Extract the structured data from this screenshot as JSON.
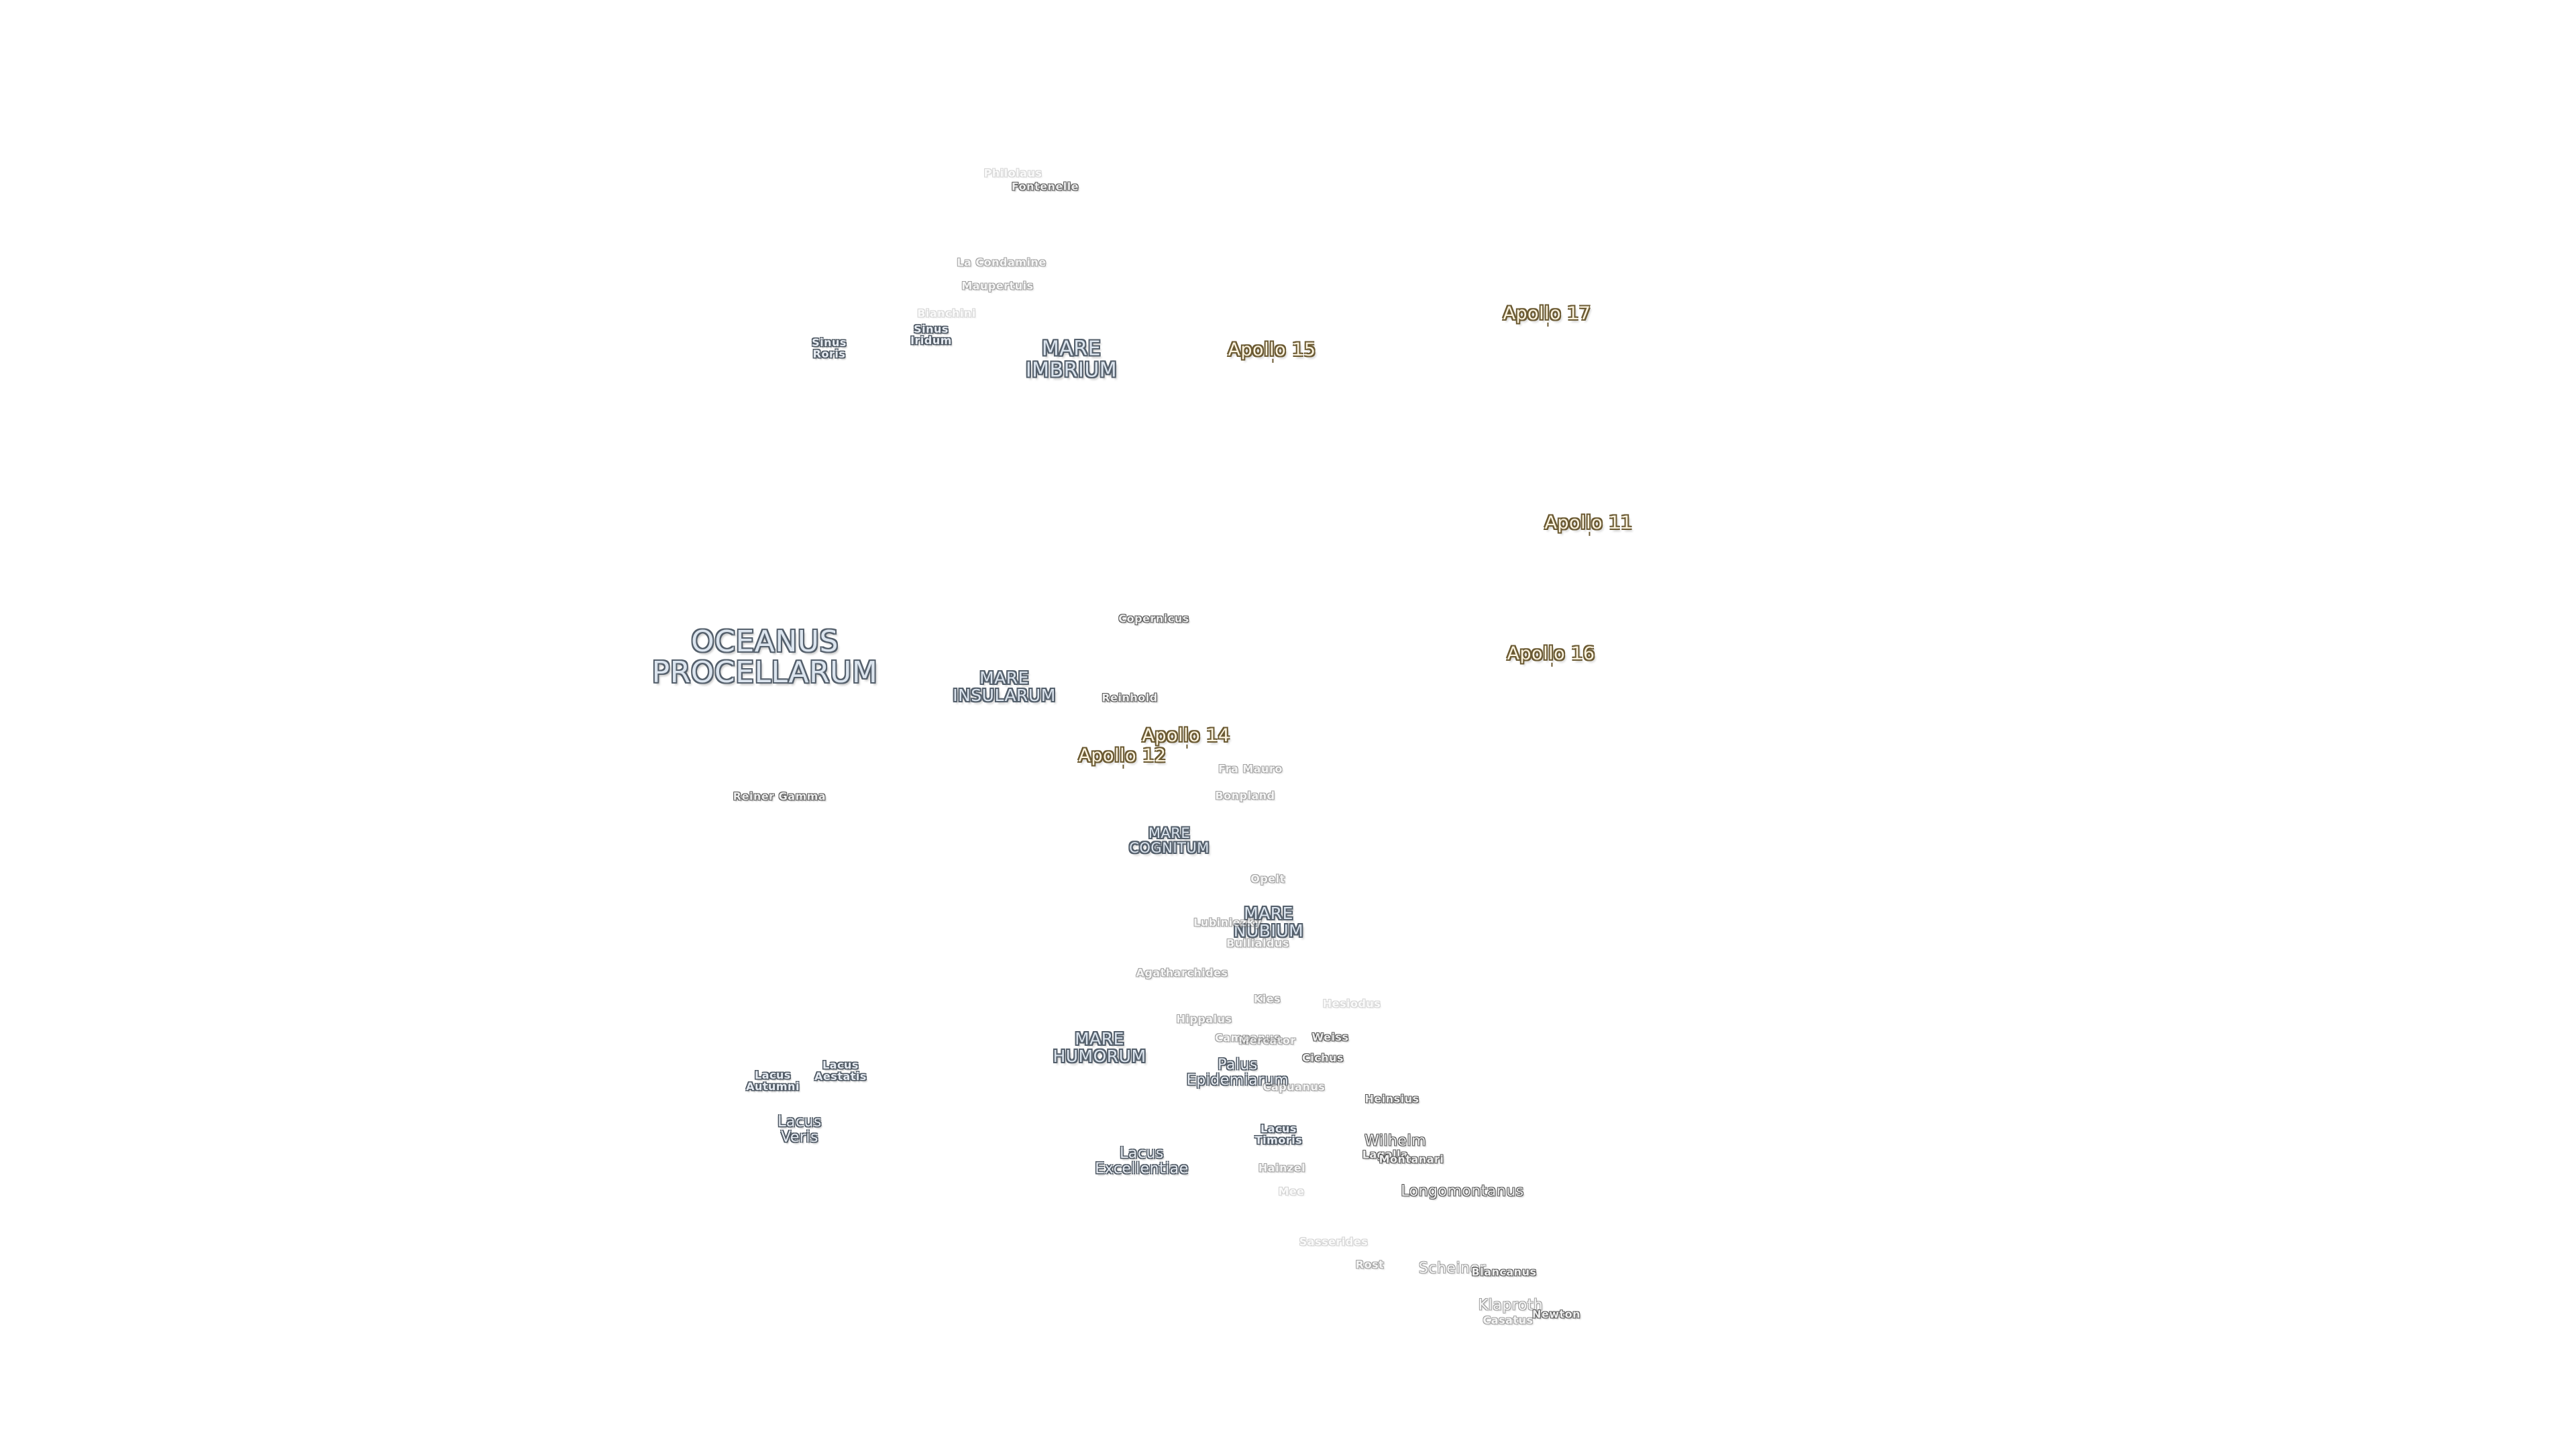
{
  "labels": {
    "oceanus_procellarum": "OCEANUS\nPROCELLARUM",
    "mare_imbrium": "MARE\nIMBRIUM",
    "mare_insularum": "MARE\nINSULARUM",
    "mare_cognitum": "MARE\nCOGNITUM",
    "mare_nubium": "MARE\nNUBIUM",
    "mare_humorum": "MARE\nHUMORUM",
    "sinus_roris": "Sinus\nRoris",
    "sinus_iridum": "Sinus\nIridum",
    "palus_epidemiarum": "Palus\nEpidemiarum",
    "lacus_autumni": "Lacus\nAutumni",
    "lacus_aestatis": "Lacus\nAestatis",
    "lacus_veris": "Lacus\nVeris",
    "lacus_excellentiae": "Lacus\nExcellentiae",
    "lacus_timoris": "Lacus\nTimoris",
    "apollo_17": "Apollo 17",
    "apollo_15": "Apollo 15",
    "apollo_11": "Apollo 11",
    "apollo_16": "Apollo 16",
    "apollo_14": "Apollo 14",
    "apollo_12": "Apollo 12",
    "philolaus": "Philolaus",
    "fontenelle": "Fontenelle",
    "la_condamine": "La Condamine",
    "maupertuis": "Maupertuis",
    "bianchini": "Bianchini",
    "copernicus": "Copernicus",
    "reinhold": "Reinhold",
    "fra_mauro": "Fra Mauro",
    "bonpland": "Bonpland",
    "reiner_gamma": "Reiner Gamma",
    "opelt": "Opelt",
    "lubiniezky": "Lubiniezky",
    "bullialdus": "Bullialdus",
    "agatharchides": "Agatharchides",
    "kies": "Kies",
    "hesiodus": "Hesiodus",
    "hippalus": "Hippalus",
    "campanus": "Campanus",
    "mercator": "Mercator",
    "weiss": "Weiss",
    "cichus": "Cichus",
    "capuanus": "Capuanus",
    "heinsius": "Heinsius",
    "wilhelm": "Wilhelm",
    "lagalla": "Lagalla",
    "montanari": "Montanari",
    "hainzel": "Hainzel",
    "mee": "Mee",
    "longomontanus": "Longomontanus",
    "sasserides": "Sasserides",
    "rost": "Rost",
    "scheiner": "Scheiner",
    "blancanus": "Blancanus",
    "klaproth": "Klaproth",
    "casatus": "Casatus",
    "newton": "Newton"
  },
  "colors": {
    "background": "#ffffff",
    "mare_fill": "#dbe4ee",
    "mare_outline": "#55606c",
    "apollo_fill": "#fbf3df",
    "apollo_outline": "#6b5a33",
    "crater_fill": "#eeeeee",
    "crater_outline": "#555555"
  }
}
